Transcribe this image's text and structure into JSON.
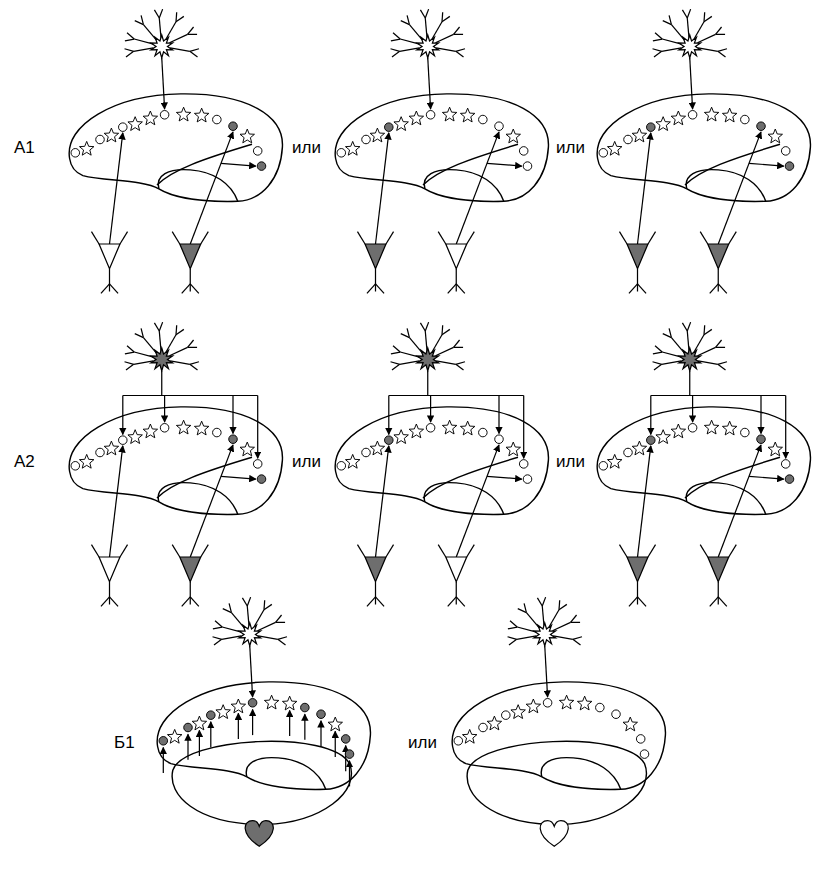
{
  "diagram": {
    "labels": [
      "А1",
      "или",
      "или",
      "А2",
      "или",
      "или",
      "Б1",
      "или"
    ]
  }
}
